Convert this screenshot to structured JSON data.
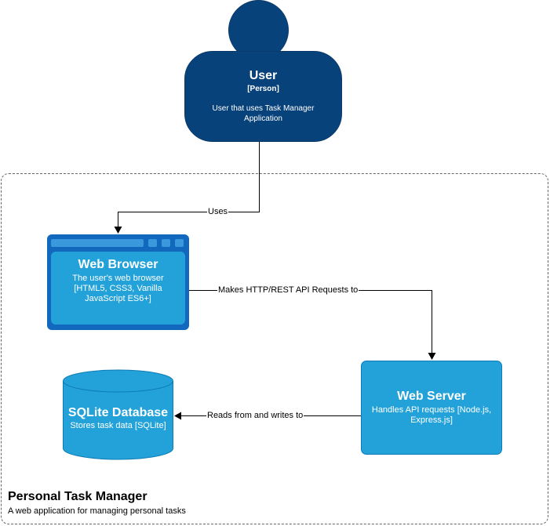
{
  "boundary": {
    "title": "Personal Task Manager",
    "description": "A web application for managing personal tasks"
  },
  "person": {
    "name": "User",
    "kind": "[Person]",
    "description": "User that uses Task Manager Application",
    "color": "#08427b"
  },
  "browser": {
    "name": "Web Browser",
    "description": "The user's web browser [HTML5, CSS3, Vanilla JavaScript ES6+]",
    "color": "#1168bd"
  },
  "server": {
    "name": "Web Server",
    "description": "Handles API requests [Node.js, Express.js]",
    "color": "#23a2d9"
  },
  "database": {
    "name": "SQLite Database",
    "description": "Stores task data [SQLite]",
    "color": "#23a2d9"
  },
  "edges": {
    "uses": "Uses",
    "http": "Makes HTTP/REST API Requests to",
    "rw": "Reads from and writes to"
  }
}
